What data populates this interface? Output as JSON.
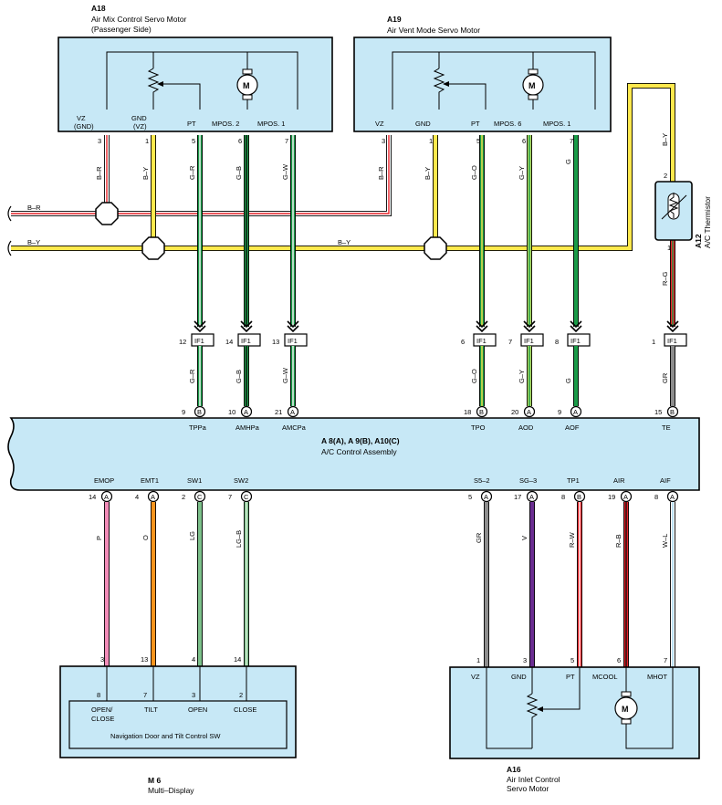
{
  "components": {
    "a18": {
      "code": "A18",
      "name": "Air Mix Control Servo Motor",
      "sub": "(Passenger Side)",
      "pins": [
        {
          "label": "VZ",
          "label2": "(GND)",
          "num": "3"
        },
        {
          "label": "GND",
          "label2": "(VZ)",
          "num": "1"
        },
        {
          "label": "PT",
          "num": "5"
        },
        {
          "label": "MPOS. 2",
          "num": "6"
        },
        {
          "label": "MPOS. 1",
          "num": "7"
        }
      ]
    },
    "a19": {
      "code": "A19",
      "name": "Air Vent Mode Servo Motor",
      "pins": [
        {
          "label": "VZ",
          "num": "3"
        },
        {
          "label": "GND",
          "num": "1"
        },
        {
          "label": "PT",
          "num": "5"
        },
        {
          "label": "MPOS. 6",
          "num": "6"
        },
        {
          "label": "MPOS. 1",
          "num": "7"
        }
      ]
    },
    "a12": {
      "code": "A12",
      "name": "A/C Thermistor",
      "pin_top": "2",
      "pin_bottom": "1"
    },
    "ac": {
      "code": "A 8(A), A 9(B), A10(C)",
      "name": "A/C Control Assembly",
      "top_pins": [
        {
          "num": "9",
          "conn": "B",
          "label": "TPPa"
        },
        {
          "num": "10",
          "conn": "A",
          "label": "AMHPa"
        },
        {
          "num": "21",
          "conn": "A",
          "label": "AMCPa"
        },
        {
          "num": "18",
          "conn": "B",
          "label": "TPO"
        },
        {
          "num": "20",
          "conn": "A",
          "label": "AOD"
        },
        {
          "num": "9",
          "conn": "A",
          "label": "AOF"
        },
        {
          "num": "15",
          "conn": "B",
          "label": "TE"
        }
      ],
      "bottom_pins": [
        {
          "num": "14",
          "conn": "A",
          "label": "EMOP"
        },
        {
          "num": "4",
          "conn": "A",
          "label": "EMT1"
        },
        {
          "num": "2",
          "conn": "C",
          "label": "SW1"
        },
        {
          "num": "7",
          "conn": "C",
          "label": "SW2"
        },
        {
          "num": "5",
          "conn": "A",
          "label": "S5–2"
        },
        {
          "num": "17",
          "conn": "A",
          "label": "SG–3"
        },
        {
          "num": "8",
          "conn": "B",
          "label": "TP1"
        },
        {
          "num": "19",
          "conn": "A",
          "label": "AIR"
        },
        {
          "num": "8",
          "conn": "A",
          "label": "AIF"
        }
      ]
    },
    "m6": {
      "code": "M 6",
      "name": "Multi–Display",
      "inner": "Navigation Door and Tilt Control SW",
      "pins_top": [
        "3",
        "13",
        "4",
        "14"
      ],
      "inner_pins": [
        {
          "num": "8",
          "label": "OPEN/",
          "label2": "CLOSE"
        },
        {
          "num": "7",
          "label": "TILT"
        },
        {
          "num": "3",
          "label": "OPEN"
        },
        {
          "num": "2",
          "label": "CLOSE"
        }
      ]
    },
    "a16": {
      "code": "A16",
      "name": "Air Inlet Control",
      "sub": "Servo Motor",
      "pins": [
        {
          "num": "1",
          "label": "VZ"
        },
        {
          "num": "3",
          "label": "GND"
        },
        {
          "num": "5",
          "label": "PT"
        },
        {
          "num": "6",
          "label": "MCOOL"
        },
        {
          "num": "7",
          "label": "MHOT"
        }
      ]
    }
  },
  "junction": {
    "code": "IF1",
    "pins": [
      "12",
      "14",
      "13",
      "6",
      "7",
      "8",
      "1"
    ]
  },
  "wires": {
    "a18": [
      "B–R",
      "B–Y",
      "G–R",
      "G–B",
      "G–W"
    ],
    "a19": [
      "B–R",
      "B–Y",
      "G–O",
      "G–Y",
      "G"
    ],
    "thermistor": [
      "B–Y",
      "R–G",
      "GR"
    ],
    "left_bus": [
      "B–R",
      "B–Y"
    ],
    "bus_mid": "B–Y",
    "lower_a18": [
      "G–R",
      "G–B",
      "G–W"
    ],
    "lower_a19": [
      "G–O",
      "G–Y",
      "G"
    ],
    "m6": [
      "P",
      "O",
      "LG",
      "LG–B"
    ],
    "a16": [
      "GR",
      "V",
      "R–W",
      "R–B",
      "W–L"
    ]
  },
  "colors": {
    "box_fill": "#c7e8f6",
    "red": "#e8232a",
    "yellow": "#ffe94d",
    "green": "#1a9b48",
    "light_green": "#b9de66",
    "gray": "#8c8c8c",
    "pink": "#f28cb8",
    "orange": "#f7941d",
    "lg": "#7cc08a",
    "purple": "#6a2d91",
    "light_blue": "#9fd4ee",
    "white": "#ffffff"
  },
  "icons": [
    "motor-icon",
    "potentiometer-icon",
    "thermistor-icon",
    "splice-icon",
    "connector-arrow-icon"
  ]
}
